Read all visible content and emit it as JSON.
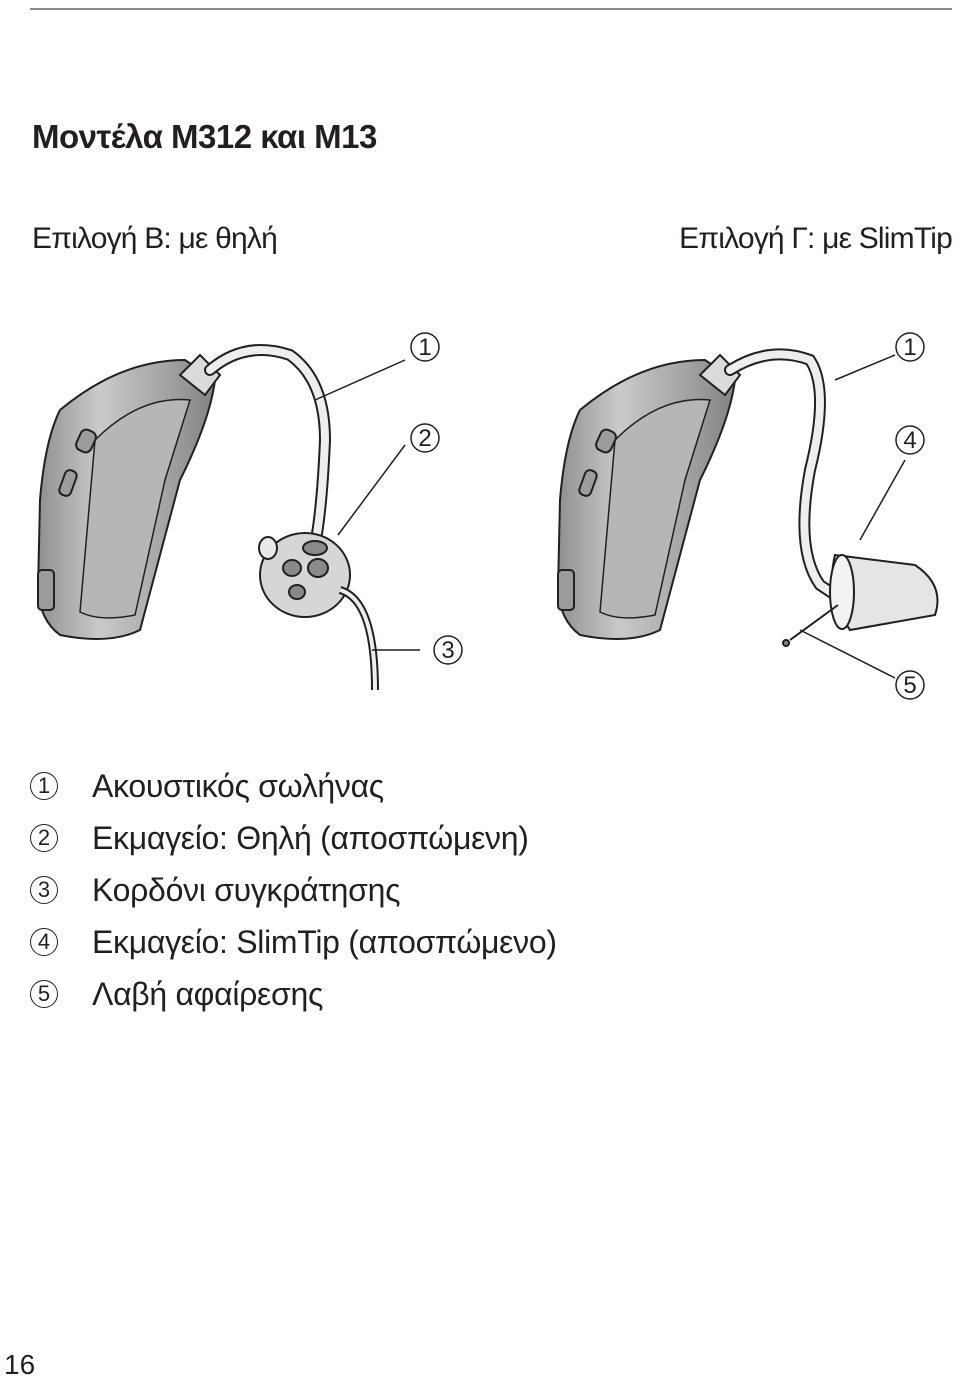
{
  "heading": {
    "title": "Μοντέλα M312 και M13"
  },
  "options": {
    "option_b": "Επιλογή B: με θηλή",
    "option_c": "Επιλογή Γ: με SlimTip"
  },
  "callouts": {
    "left": [
      "1",
      "2",
      "3"
    ],
    "right": [
      "1",
      "4",
      "5"
    ]
  },
  "legend": [
    {
      "num": "1",
      "text": "Ακουστικός σωλήνας"
    },
    {
      "num": "2",
      "text": "Εκμαγείο: Θηλή (αποσπώμενη)"
    },
    {
      "num": "3",
      "text": "Κορδόνι συγκράτησης"
    },
    {
      "num": "4",
      "text": "Εκμαγείο: SlimTip (αποσπώμενο)"
    },
    {
      "num": "5",
      "text": "Λαβή αφαίρεσης"
    }
  ],
  "footer": {
    "page_number": "16"
  },
  "colors": {
    "device_body": "#a9abad",
    "device_highlight": "#d8d9da",
    "tube": "#e9eaeb",
    "outline": "#231f20"
  }
}
